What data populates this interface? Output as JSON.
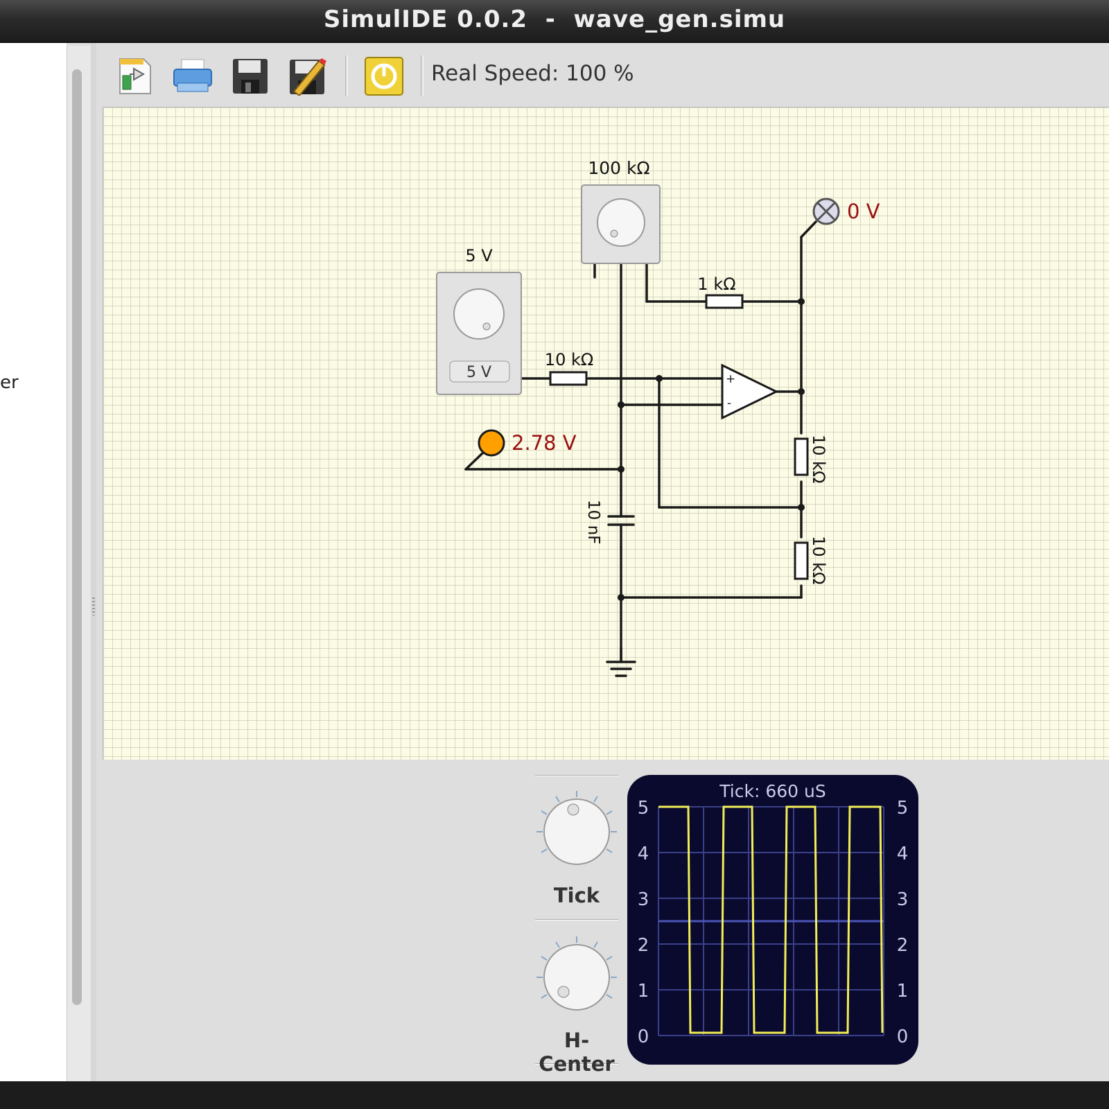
{
  "window": {
    "title": "SimulIDE 0.0.2  -  wave_gen.simu"
  },
  "left_panel": {
    "partial_text": "er"
  },
  "toolbar": {
    "buttons": [
      {
        "name": "new-circuit-button",
        "icon": "new-circuit-icon"
      },
      {
        "name": "print-button",
        "icon": "print-icon"
      },
      {
        "name": "save-button",
        "icon": "save-icon"
      },
      {
        "name": "save-as-button",
        "icon": "save-as-icon"
      },
      {
        "name": "power-button",
        "icon": "power-icon"
      }
    ],
    "speed_label": "Real Speed: 100 %"
  },
  "circuit": {
    "source": {
      "label": "5 V",
      "display": "5 V"
    },
    "potentiometer": {
      "label": "100 kΩ"
    },
    "r_feedback": "1 kΩ",
    "r_input": "10 kΩ",
    "r_div_top": "10 kΩ",
    "r_div_bottom": "10 kΩ",
    "capacitor": "10 nF",
    "probe": {
      "value": "2.78 V",
      "color": "#ffa000"
    },
    "output_probe": {
      "value": "0 V"
    },
    "opamp": {
      "plus": "+",
      "minus": "-"
    },
    "value_color": "#9a0f0f"
  },
  "oscilloscope": {
    "tick_knob_label": "Tick",
    "hcenter_knob_label": "H-Center",
    "tick_text": "Tick: 660 uS",
    "y_ticks_left": [
      "5",
      "4",
      "3",
      "2",
      "1",
      "0"
    ],
    "y_ticks_right": [
      "5",
      "4",
      "3",
      "2",
      "1",
      "0"
    ],
    "trace_color": "#f2ee57",
    "background": "#0a0a2e"
  }
}
